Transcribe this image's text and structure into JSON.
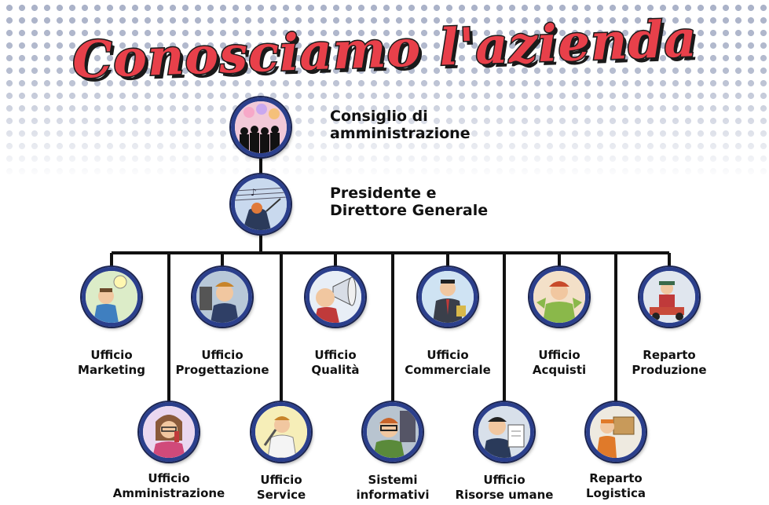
{
  "title": "Conosciamo l'azienda",
  "top_nodes": [
    {
      "line1": "Consiglio di",
      "line2": "amministrazione",
      "icon": "board-members-icon"
    },
    {
      "line1": "Presidente e",
      "line2": "Direttore Generale",
      "icon": "conductor-icon"
    }
  ],
  "departments_upper": [
    {
      "line1": "Ufficio",
      "line2": "Marketing",
      "icon": "marketing-icon"
    },
    {
      "line1": "Ufficio",
      "line2": "Progettazione",
      "icon": "design-office-icon"
    },
    {
      "line1": "Ufficio",
      "line2": "Qualità",
      "icon": "quality-megaphone-icon"
    },
    {
      "line1": "Ufficio",
      "line2": "Commerciale",
      "icon": "salesman-icon"
    },
    {
      "line1": "Ufficio",
      "line2": "Acquisti",
      "icon": "purchasing-icon"
    },
    {
      "line1": "Reparto",
      "line2": "Produzione",
      "icon": "production-icon"
    }
  ],
  "departments_lower": [
    {
      "line1": "Ufficio",
      "line2": "Amministrazione",
      "icon": "administration-phone-icon"
    },
    {
      "line1": "Ufficio",
      "line2": "Service",
      "icon": "service-technician-icon"
    },
    {
      "line1": "Sistemi",
      "line2": "informativi",
      "icon": "it-systems-icon"
    },
    {
      "line1": "Ufficio",
      "line2": "Risorse umane",
      "icon": "human-resources-icon"
    },
    {
      "line1": "Reparto",
      "line2": "Logistica",
      "icon": "logistics-icon"
    }
  ],
  "colors": {
    "title_red": "#e8404a",
    "node_ring": "#2b3f8c",
    "connector": "#111111"
  }
}
